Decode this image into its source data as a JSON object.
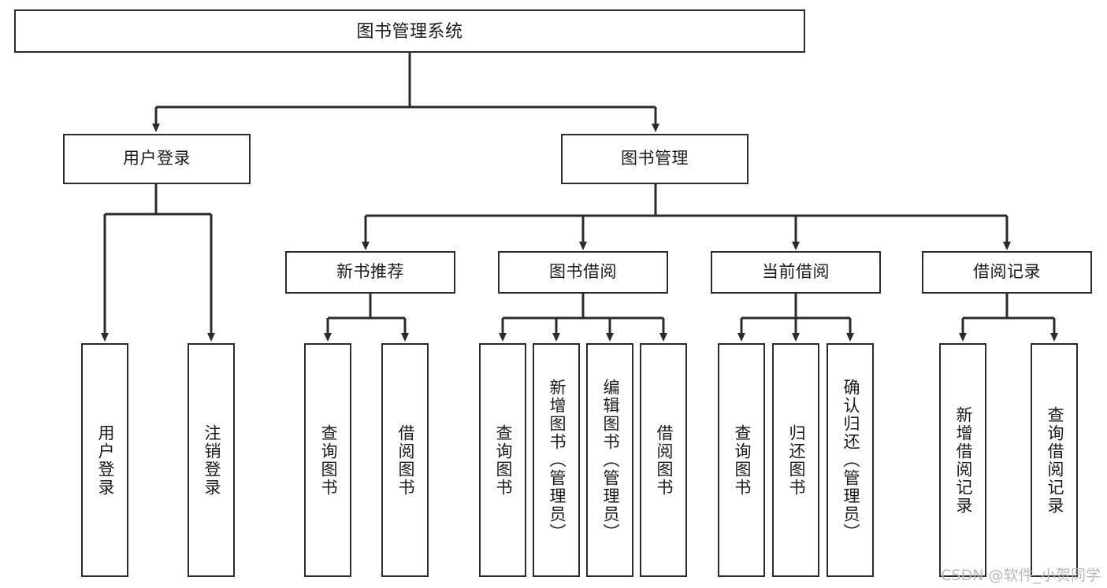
{
  "diagram": {
    "type": "tree-hierarchy",
    "title": "图书管理系统",
    "root": {
      "label": "图书管理系统"
    },
    "level2": [
      {
        "id": "user-login",
        "label": "用户登录"
      },
      {
        "id": "book-manage",
        "label": "图书管理"
      }
    ],
    "level3": [
      {
        "id": "new-book-recommend",
        "label": "新书推荐",
        "parent": "book-manage"
      },
      {
        "id": "book-borrow",
        "label": "图书借阅",
        "parent": "book-manage"
      },
      {
        "id": "current-borrow",
        "label": "当前借阅",
        "parent": "book-manage"
      },
      {
        "id": "borrow-record",
        "label": "借阅记录",
        "parent": "book-manage"
      }
    ],
    "leaves": {
      "user-login": [
        {
          "id": "leaf-user-login",
          "label": "用户登录"
        },
        {
          "id": "leaf-user-logout",
          "label": "注销登录"
        }
      ],
      "new-book-recommend": [
        {
          "id": "leaf-query-book-1",
          "label": "查询图书"
        },
        {
          "id": "leaf-borrow-book-1",
          "label": "借阅图书"
        }
      ],
      "book-borrow": [
        {
          "id": "leaf-query-book-2",
          "label": "查询图书"
        },
        {
          "id": "leaf-add-book",
          "label": "新增图书（管理员）"
        },
        {
          "id": "leaf-edit-book",
          "label": "编辑图书（管理员）"
        },
        {
          "id": "leaf-borrow-book-2",
          "label": "借阅图书"
        }
      ],
      "current-borrow": [
        {
          "id": "leaf-query-book-3",
          "label": "查询图书"
        },
        {
          "id": "leaf-return-book",
          "label": "归还图书"
        },
        {
          "id": "leaf-confirm-return",
          "label": "确认归还（管理员）"
        }
      ],
      "borrow-record": [
        {
          "id": "leaf-add-record",
          "label": "新增借阅记录"
        },
        {
          "id": "leaf-query-record",
          "label": "查询借阅记录"
        }
      ]
    },
    "colors": {
      "stroke": "#2b2b2b",
      "fill": "#ffffff",
      "text": "#1a1a1a",
      "watermark": "#b9b9b9"
    }
  },
  "watermark": {
    "text": "CSDN @软件_小贺同学"
  }
}
